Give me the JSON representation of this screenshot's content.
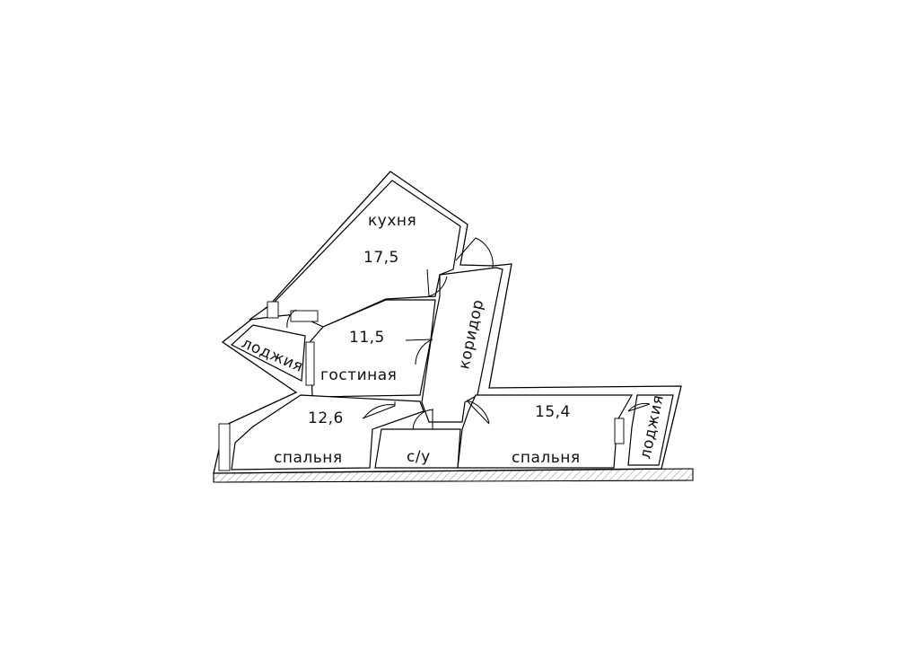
{
  "rooms": {
    "kitchen": {
      "name": "кухня",
      "area": "17,5"
    },
    "living": {
      "name": "гостиная",
      "area": "11,5"
    },
    "corridor": {
      "name": "коридор"
    },
    "bedroom1": {
      "name": "спальня",
      "area": "12,6"
    },
    "bathroom": {
      "name": "с/у"
    },
    "bedroom2": {
      "name": "спальня",
      "area": "15,4"
    },
    "loggia1": {
      "name": "лоджия"
    },
    "loggia2": {
      "name": "лоджия"
    }
  }
}
